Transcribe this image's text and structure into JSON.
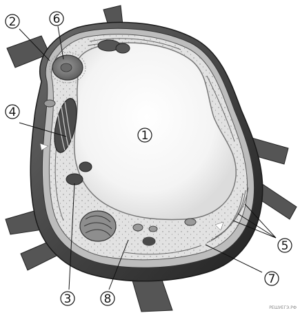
{
  "labels": {
    "l1": "1",
    "l2": "2",
    "l3": "3",
    "l4": "4",
    "l5": "5",
    "l6": "6",
    "l7": "7",
    "l8": "8"
  },
  "watermark": "РЕШУЕГЭ.РФ"
}
